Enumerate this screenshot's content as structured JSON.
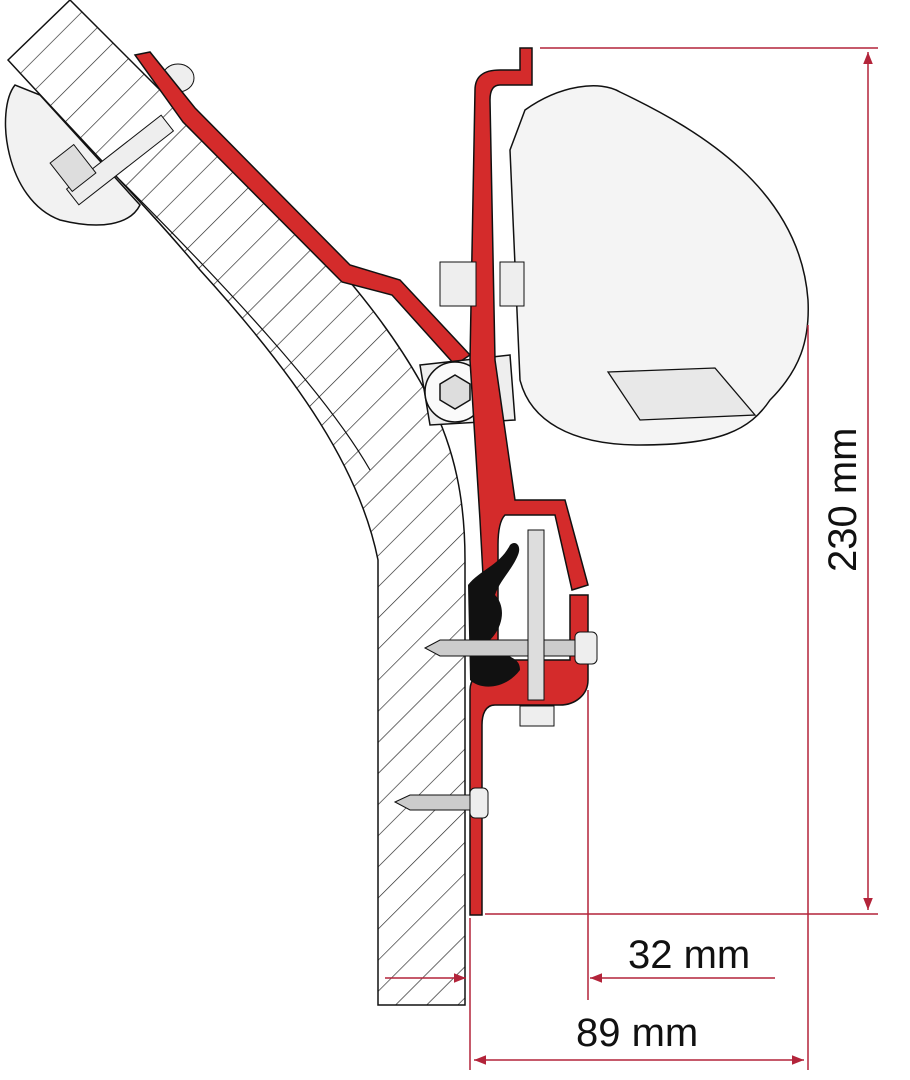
{
  "colors": {
    "bracket": "#d42b2b",
    "dimension_line": "#b3243a",
    "outline": "#1a1a1a",
    "cassette_fill": "#f4f4f4"
  },
  "dimensions": {
    "height_label": "230 mm",
    "offset_label": "32 mm",
    "width_label": "89 mm"
  }
}
